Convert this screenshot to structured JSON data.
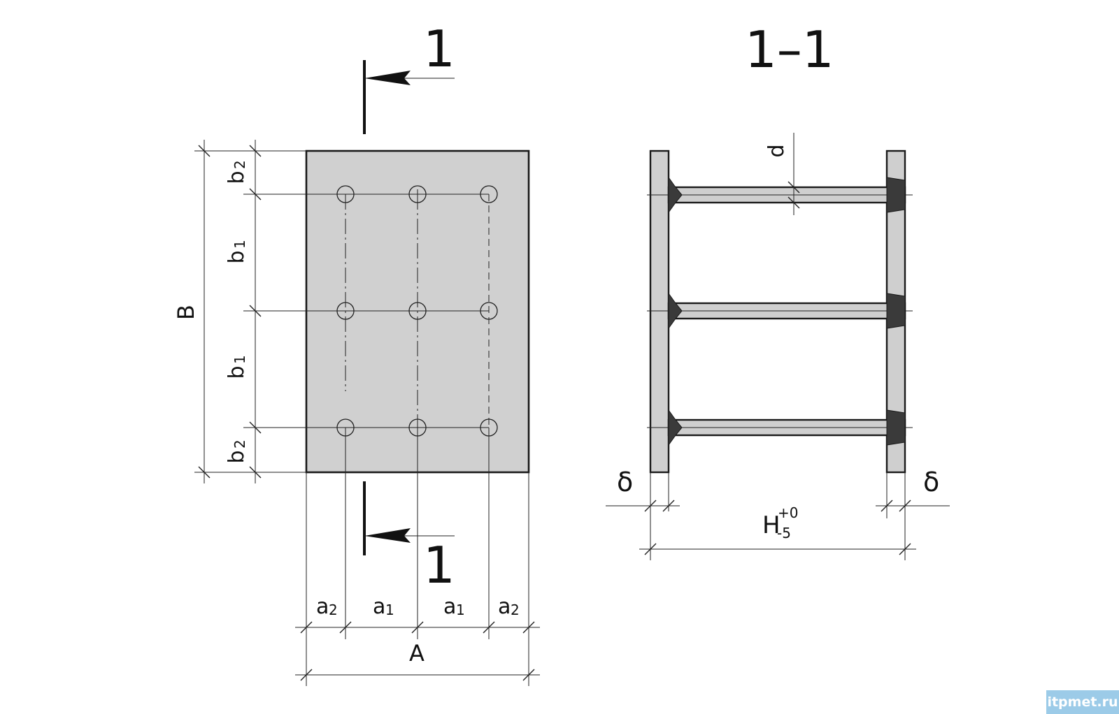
{
  "plan_view": {
    "section_mark_top": "1",
    "section_mark_bottom": "1",
    "dim_B": "B",
    "dim_b2_top": "b",
    "dim_b2_top_sub": "2",
    "dim_b1_upper": "b",
    "dim_b1_upper_sub": "1",
    "dim_b1_lower": "b",
    "dim_b1_lower_sub": "1",
    "dim_b2_bottom": "b",
    "dim_b2_bottom_sub": "2",
    "dim_a2_left": "a",
    "dim_a2_left_sub": "2",
    "dim_a1_left": "a",
    "dim_a1_left_sub": "1",
    "dim_a1_right": "a",
    "dim_a1_right_sub": "1",
    "dim_a2_right": "a",
    "dim_a2_right_sub": "2",
    "dim_A": "A"
  },
  "section_view": {
    "title": "1–1",
    "dim_d": "d",
    "dim_delta_left": "δ",
    "dim_delta_right": "δ",
    "dim_H": "H",
    "dim_H_sup": "+0",
    "dim_H_sub": "-5"
  },
  "watermark": "itpmet.ru",
  "colors": {
    "plate_fill": "#d0d0d0",
    "weld_fill": "#3a3a3a",
    "watermark_bg": "#9ccbe8"
  }
}
